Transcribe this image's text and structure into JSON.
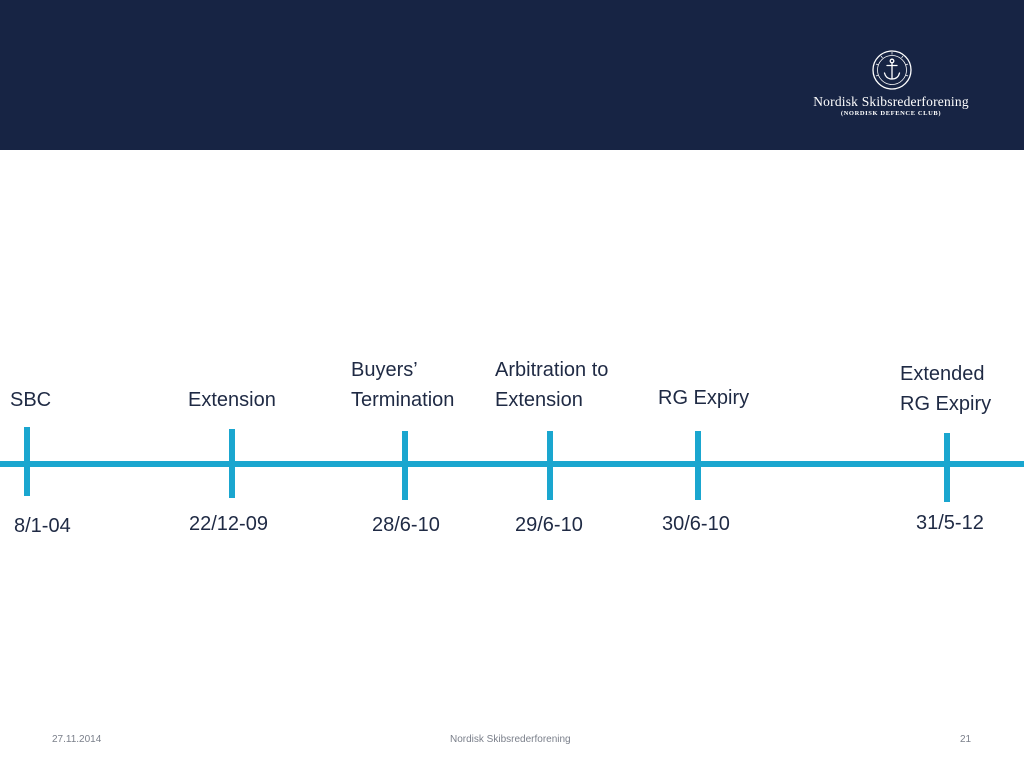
{
  "logo": {
    "name": "Nordisk Skibsrederforening",
    "subtitle": "(NORDISK DEFENCE CLUB)"
  },
  "timeline": {
    "events": [
      {
        "label": "SBC",
        "date": "8/1-04"
      },
      {
        "label": "Extension",
        "date": "22/12-09"
      },
      {
        "label": "Buyers’\nTermination",
        "date": "28/6-10"
      },
      {
        "label": "Arbitration to\nExtension",
        "date": "29/6-10"
      },
      {
        "label": "RG Expiry",
        "date": "30/6-10"
      },
      {
        "label": "Extended\nRG Expiry",
        "date": "31/5-12"
      }
    ]
  },
  "footer": {
    "date": "27.11.2014",
    "center": "Nordisk Skibsrederforening",
    "page": "21"
  },
  "colors": {
    "header": "#172444",
    "timeline": "#1aa6cf",
    "text": "#1f2a44"
  }
}
